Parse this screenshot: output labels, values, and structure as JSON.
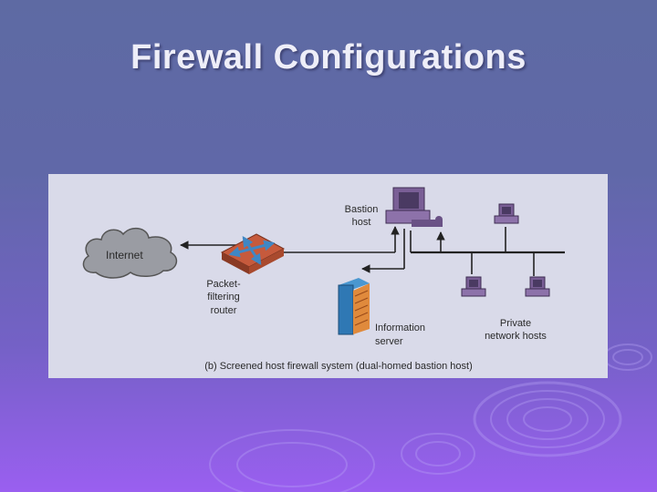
{
  "slide": {
    "title": "Firewall Configurations"
  },
  "diagram": {
    "nodes": {
      "internet": "Internet",
      "router": [
        "Packet-",
        "filtering",
        "router"
      ],
      "bastion": [
        "Bastion",
        "host"
      ],
      "info_server": [
        "Information",
        "server"
      ],
      "private_hosts": [
        "Private",
        "network hosts"
      ]
    },
    "caption": "(b) Screened host firewall system (dual-homed bastion host)"
  },
  "colors": {
    "panel": "#d9dae9",
    "router": "#c65a3c",
    "router_arrows": "#3f87c4",
    "computer": "#7a5f96",
    "server": "#2f78b4",
    "lines": "#222222"
  }
}
